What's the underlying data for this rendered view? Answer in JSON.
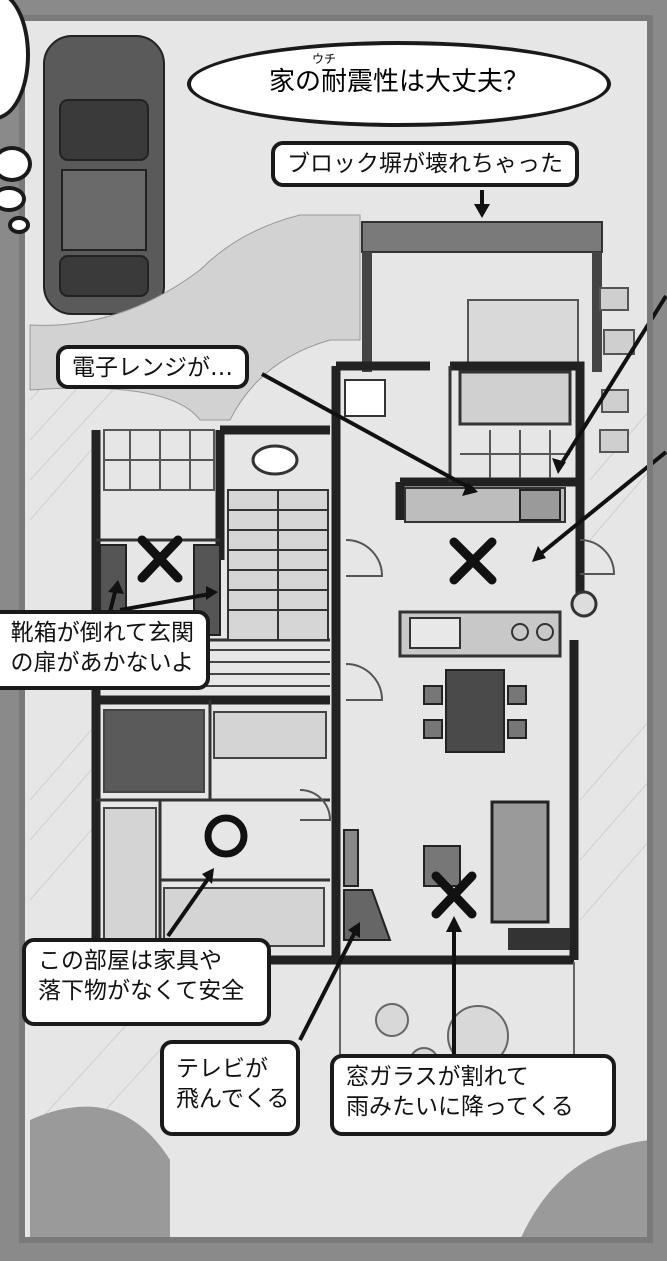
{
  "title": {
    "ruby": "ウチ",
    "text": "家の耐震性は大丈夫？"
  },
  "callouts": {
    "block_wall": "ブロック塀が壊れちゃった",
    "microwave": "電子レンジが…",
    "shoe_box_line1": "靴箱が倒れて玄関",
    "shoe_box_line2": "の扉があかないよ",
    "safe_room_line1": "この部屋は家具や",
    "safe_room_line2": "落下物がなくて安全",
    "tv_line1": "テレビが",
    "tv_line2": "飛んでくる",
    "window_line1": "窓ガラスが割れて",
    "window_line2": "雨みたいに降ってくる"
  },
  "markers": {
    "danger_symbol": "×",
    "safe_symbol": "○"
  },
  "colors": {
    "frame": "#8a8a8a",
    "paper": "#e4e4e4",
    "wall": "#2a2a2a",
    "ink": "#111111"
  }
}
